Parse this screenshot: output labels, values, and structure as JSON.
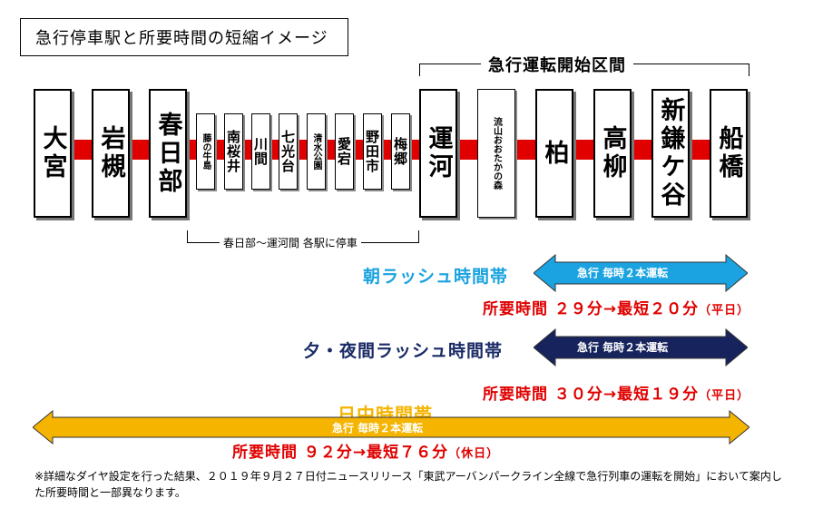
{
  "title": "急行停車駅と所要時間の短縮イメージ",
  "express_section_label": "急行運転開始区間",
  "stations": [
    {
      "name": "大宮",
      "kind": "express"
    },
    {
      "name": "岩槻",
      "kind": "express"
    },
    {
      "name": "春日部",
      "kind": "express"
    },
    {
      "name": "藤の牛島",
      "kind": "local"
    },
    {
      "name": "南桜井",
      "kind": "local"
    },
    {
      "name": "川間",
      "kind": "local"
    },
    {
      "name": "七光台",
      "kind": "local"
    },
    {
      "name": "清水公園",
      "kind": "local"
    },
    {
      "name": "愛宕",
      "kind": "local"
    },
    {
      "name": "野田市",
      "kind": "local"
    },
    {
      "name": "梅郷",
      "kind": "local"
    },
    {
      "name": "運河",
      "kind": "express"
    },
    {
      "name": "流山おおたかの森",
      "kind": "express"
    },
    {
      "name": "柏",
      "kind": "express"
    },
    {
      "name": "高柳",
      "kind": "express"
    },
    {
      "name": "新鎌ケ谷",
      "kind": "express"
    },
    {
      "name": "船橋",
      "kind": "express"
    }
  ],
  "local_section_note": "春日部～運河間 各駅に停車",
  "morning": {
    "label": "朝ラッシュ時間帯",
    "arrow_label": "急行 毎時２本運転",
    "time": "所要時間 ２９分→最短２０分",
    "suffix": "（平日）",
    "color": "#1aa3e0",
    "arrow_color": "#1aa3e0"
  },
  "evening": {
    "label": "夕・夜間ラッシュ時間帯",
    "arrow_label": "急行 毎時２本運転",
    "time": "所要時間 ３０分→最短１９分",
    "suffix": "（平日）",
    "color": "#1a2a66",
    "arrow_color": "#16235c"
  },
  "daytime": {
    "label": "日中時間帯",
    "arrow_label": "急行 毎時２本運転",
    "time": "所要時間 ９２分→最短７６分",
    "suffix": "（休日）",
    "color": "#f5b400",
    "arrow_color": "#f5b400"
  },
  "footnote": "※詳細なダイヤ設定を行った結果、２０１９年９月２７日付ニュースリリース「東武アーバンパークライン全線で急行列車の運転を開始」において案内した所要時間と一部異なります。",
  "track_color": "#e00000"
}
